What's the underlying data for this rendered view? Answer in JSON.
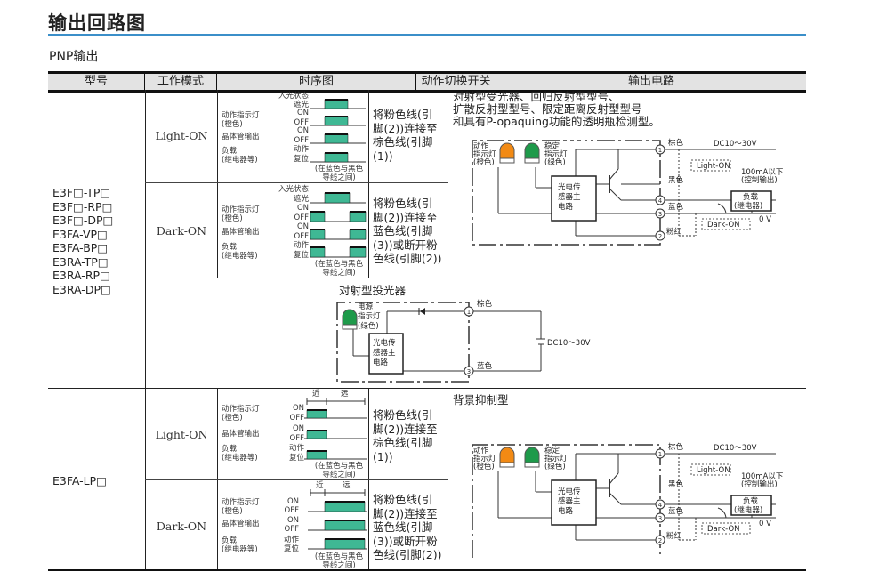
{
  "page_title": "输出回路图",
  "section_title": "PNP输出",
  "table_headers": [
    "型号",
    "工作模式",
    "时序图",
    "动作切换开关",
    "输出电路"
  ],
  "group1": {
    "models": [
      "E3F□-TP□",
      "E3F□-RP□",
      "E3F□-DP□",
      "E3FA-VP□",
      "E3FA-BP□",
      "E3RA-TP□",
      "E3RA-RP□",
      "E3RA-DP□"
    ],
    "rows": [
      {
        "mode": "Light-ON",
        "timing": {
          "state_label_1": "入光状态",
          "state_label_2": "遮光",
          "indicator_label": [
            "动作指示灯",
            "(橙色)"
          ],
          "transistor_label": "晶体管输出",
          "load_label": [
            "负载",
            "(继电器等)"
          ],
          "on": "ON",
          "off": "OFF",
          "operate": "动作",
          "reset": "复位",
          "note": [
            "(在蓝色与黑色",
            "导线之间)"
          ]
        },
        "switch_text": [
          "将粉色线(引",
          "脚(2))连接至",
          "棕色线(引脚",
          "(1))"
        ]
      },
      {
        "mode": "Dark-ON",
        "timing": {
          "state_label_1": "入光状态",
          "state_label_2": "遮光",
          "indicator_label": [
            "动作指示灯",
            "(橙色)"
          ],
          "transistor_label": "晶体管输出",
          "load_label": [
            "负载",
            "(继电器等)"
          ],
          "on": "ON",
          "off": "OFF",
          "operate": "动作",
          "reset": "复位",
          "note": [
            "(在蓝色与黑色",
            "导线之间)"
          ]
        },
        "switch_text": [
          "将粉色线(引",
          "脚(2))连接至",
          "蓝色线(引脚",
          "(3))或断开粉",
          "色线(引脚(2))"
        ]
      }
    ],
    "circuit_title": [
      "对射型受光器、回归反射型型号、",
      "扩散反射型型号、限定距离反射型型号",
      "和具有P-opaquing功能的透明瓶检测型。"
    ],
    "emitter_title": "对射型投光器"
  },
  "group2": {
    "models": [
      "E3FA-LP□"
    ],
    "rows": [
      {
        "mode": "Light-ON",
        "timing": {
          "near": "近",
          "far": "远",
          "indicator_label": [
            "动作指示灯",
            "(橙色)"
          ],
          "transistor_label": "晶体管输出",
          "load_label": [
            "负载",
            "(继电器等)"
          ],
          "on": "ON",
          "off": "OFF",
          "operate": "动作",
          "reset": "复位",
          "note": [
            "(在蓝色与黑色",
            "导线之间)"
          ]
        },
        "switch_text": [
          "将粉色线(引",
          "脚(2))连接至",
          "棕色线(引脚",
          "(1))"
        ]
      },
      {
        "mode": "Dark-ON",
        "timing": {
          "near": "近",
          "far": "远",
          "indicator_label": [
            "动作指示灯",
            "(橙色)"
          ],
          "transistor_label": "晶体管输出",
          "load_label": [
            "负载",
            "(继电器等)"
          ],
          "on": "ON",
          "off": "OFF",
          "operate": "动作",
          "reset": "复位",
          "note": [
            "(在蓝色与黑色",
            "导线之间)"
          ]
        },
        "switch_text": [
          "将粉色线(引",
          "脚(2))连接至",
          "蓝色线(引脚",
          "(3))或断开粉",
          "色线(引脚(2))"
        ]
      }
    ],
    "circuit_title": "背景抑制型"
  },
  "receiver_circuit": {
    "action_led": [
      "动作",
      "指示灯",
      "(橙色)"
    ],
    "stable_led": [
      "稳定",
      "指示灯",
      "(绿色)"
    ],
    "main_circuit": [
      "光电传",
      "感器主",
      "电路"
    ],
    "wires": {
      "brown": "棕色",
      "black": "黑色",
      "blue": "蓝色",
      "pink": "粉红"
    },
    "pins": [
      "1",
      "4",
      "3",
      "2"
    ],
    "supply": "DC10～30V",
    "light_on": "Light-ON",
    "dark_on": "Dark-ON",
    "current_note": [
      "100mA以下",
      "(控制输出)"
    ],
    "load": [
      "负载",
      "(继电器)"
    ],
    "zero_v": "0 V"
  },
  "emitter_circuit": {
    "power_led": [
      "电源",
      "指示灯",
      "(绿色)"
    ],
    "main_circuit": [
      "光电传",
      "感器主",
      "电路"
    ],
    "brown": "棕色",
    "blue": "蓝色",
    "pins": [
      "1",
      "3"
    ],
    "supply": "DC10～30V"
  },
  "colors": {
    "accent_rule": "#3b8fc9",
    "timing_fill": "#3fb894",
    "action_led": "#f28a14",
    "stable_led": "#1e9a4a",
    "header_bg": "#e3e3e3"
  }
}
